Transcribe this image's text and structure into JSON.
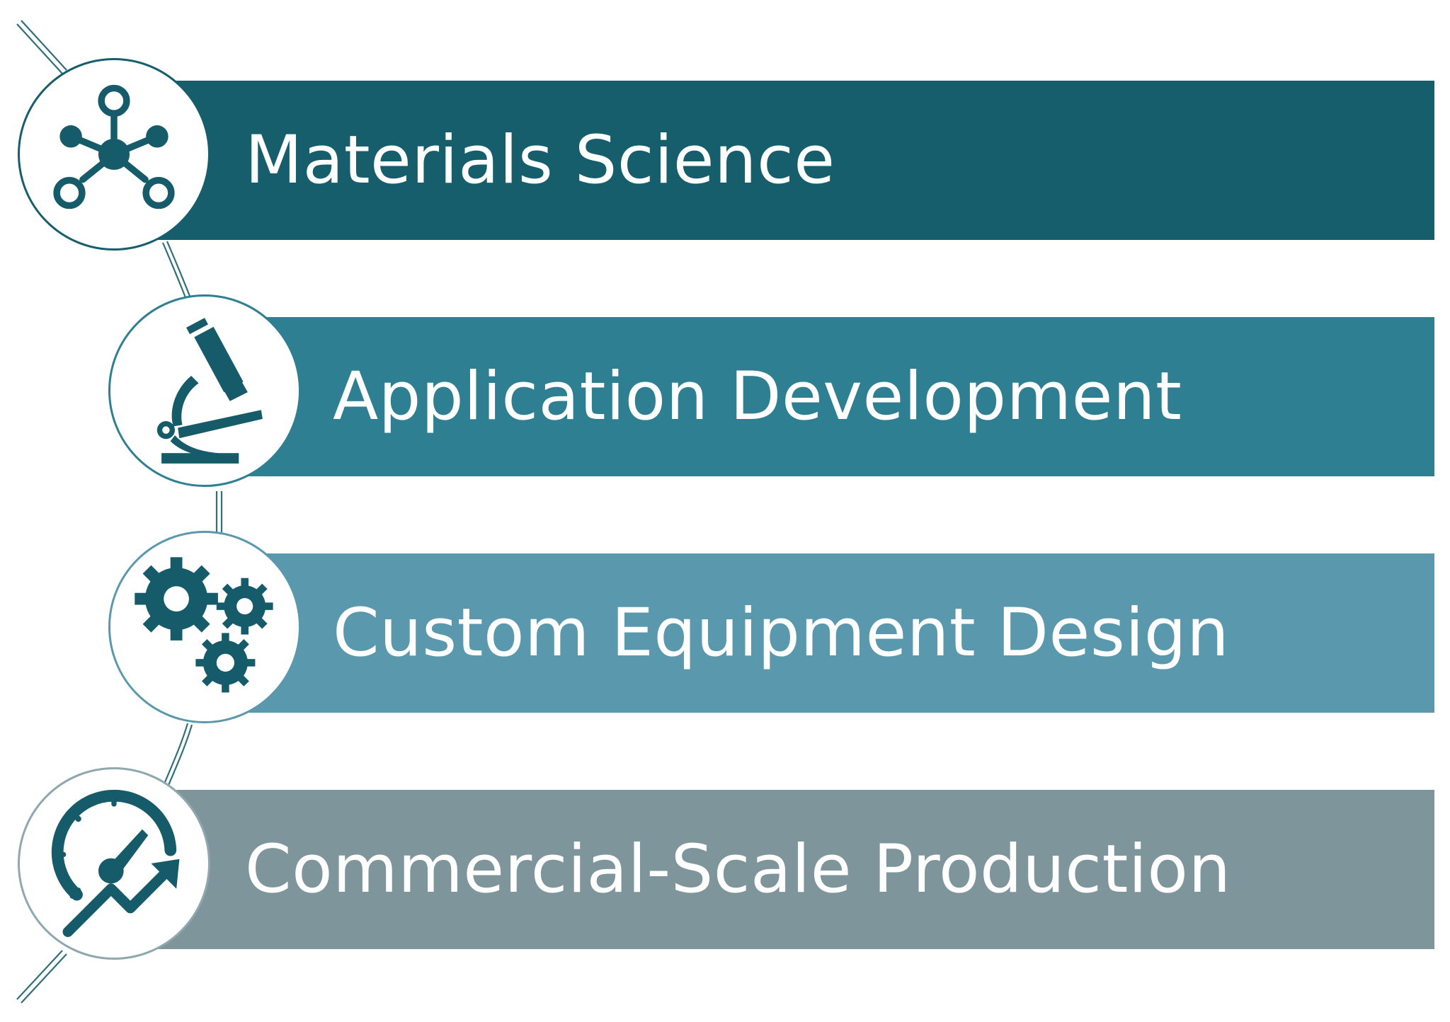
{
  "colors": {
    "background": "#ffffff",
    "icon": "#155b6a",
    "spine": "#2f6e7a"
  },
  "items": [
    {
      "label": "Materials Science",
      "icon": "molecule-icon",
      "bar_color": "#165e6c",
      "ring_color": "#165e6c"
    },
    {
      "label": "Application Development",
      "icon": "microscope-icon",
      "bar_color": "#2f7f92",
      "ring_color": "#2f7f92"
    },
    {
      "label": "Custom Equipment Design",
      "icon": "gears-icon",
      "bar_color": "#5a99ad",
      "ring_color": "#5a99ad"
    },
    {
      "label": "Commercial-Scale Production",
      "icon": "speedometer-growth-icon",
      "bar_color": "#7e959c",
      "ring_color": "#8fa7ae"
    }
  ]
}
